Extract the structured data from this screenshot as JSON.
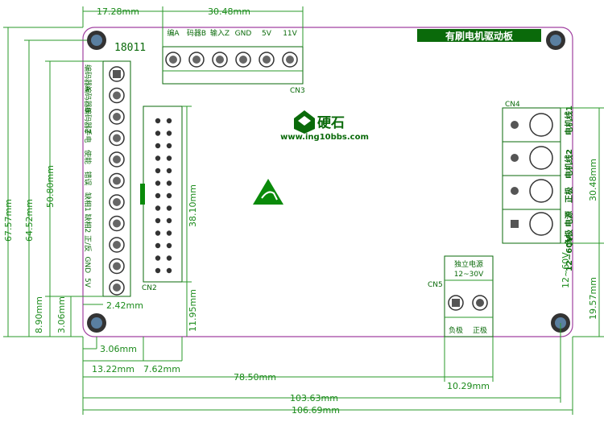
{
  "board": {
    "title": "有刷电机驱动板",
    "model": "18011",
    "brand": "硬石",
    "website": "www.ing10bbs.com"
  },
  "connectors": {
    "cn2": "CN2",
    "cn3": "CN3",
    "cn4": "CN4",
    "cn5": "CN5",
    "cn3_pins": [
      "编A",
      "码器B",
      "输入Z",
      "GND",
      "5V",
      "11V"
    ],
    "left_pins": [
      "编码器A",
      "编码器B",
      "编码器Z",
      "手电",
      "使能",
      "错误",
      "缺相1",
      "缺相2",
      "正/反",
      "GND",
      "5V"
    ],
    "cn4_labels": [
      "电机线1",
      "电机线2",
      "正极",
      "电源",
      "负极"
    ],
    "cn5_title_line1": "独立电源",
    "cn5_title_line2": "12~30V",
    "cn5_neg": "负极",
    "cn5_pos": "正极",
    "power_range": "12~60V"
  },
  "dimensions": {
    "d1": "17.28mm",
    "d2": "30.48mm",
    "d3": "67.57mm",
    "d4": "64.52mm",
    "d5": "50.80mm",
    "d6": "38.10mm",
    "d7": "2.42mm",
    "d8": "8.90mm",
    "d9": "3.06mm",
    "d10": "3.06mm",
    "d11": "11.95mm",
    "d12": "13.22mm",
    "d13": "7.62mm",
    "d14": "78.50mm",
    "d15": "10.29mm",
    "d16": "103.63mm",
    "d17": "106.69mm",
    "d18": "30.48mm",
    "d19": "19.57mm",
    "d20": "12~60V"
  },
  "colors": {
    "dimension": "#1a8a1a",
    "outline": "#a040a0",
    "text": "#0a6a0a"
  }
}
